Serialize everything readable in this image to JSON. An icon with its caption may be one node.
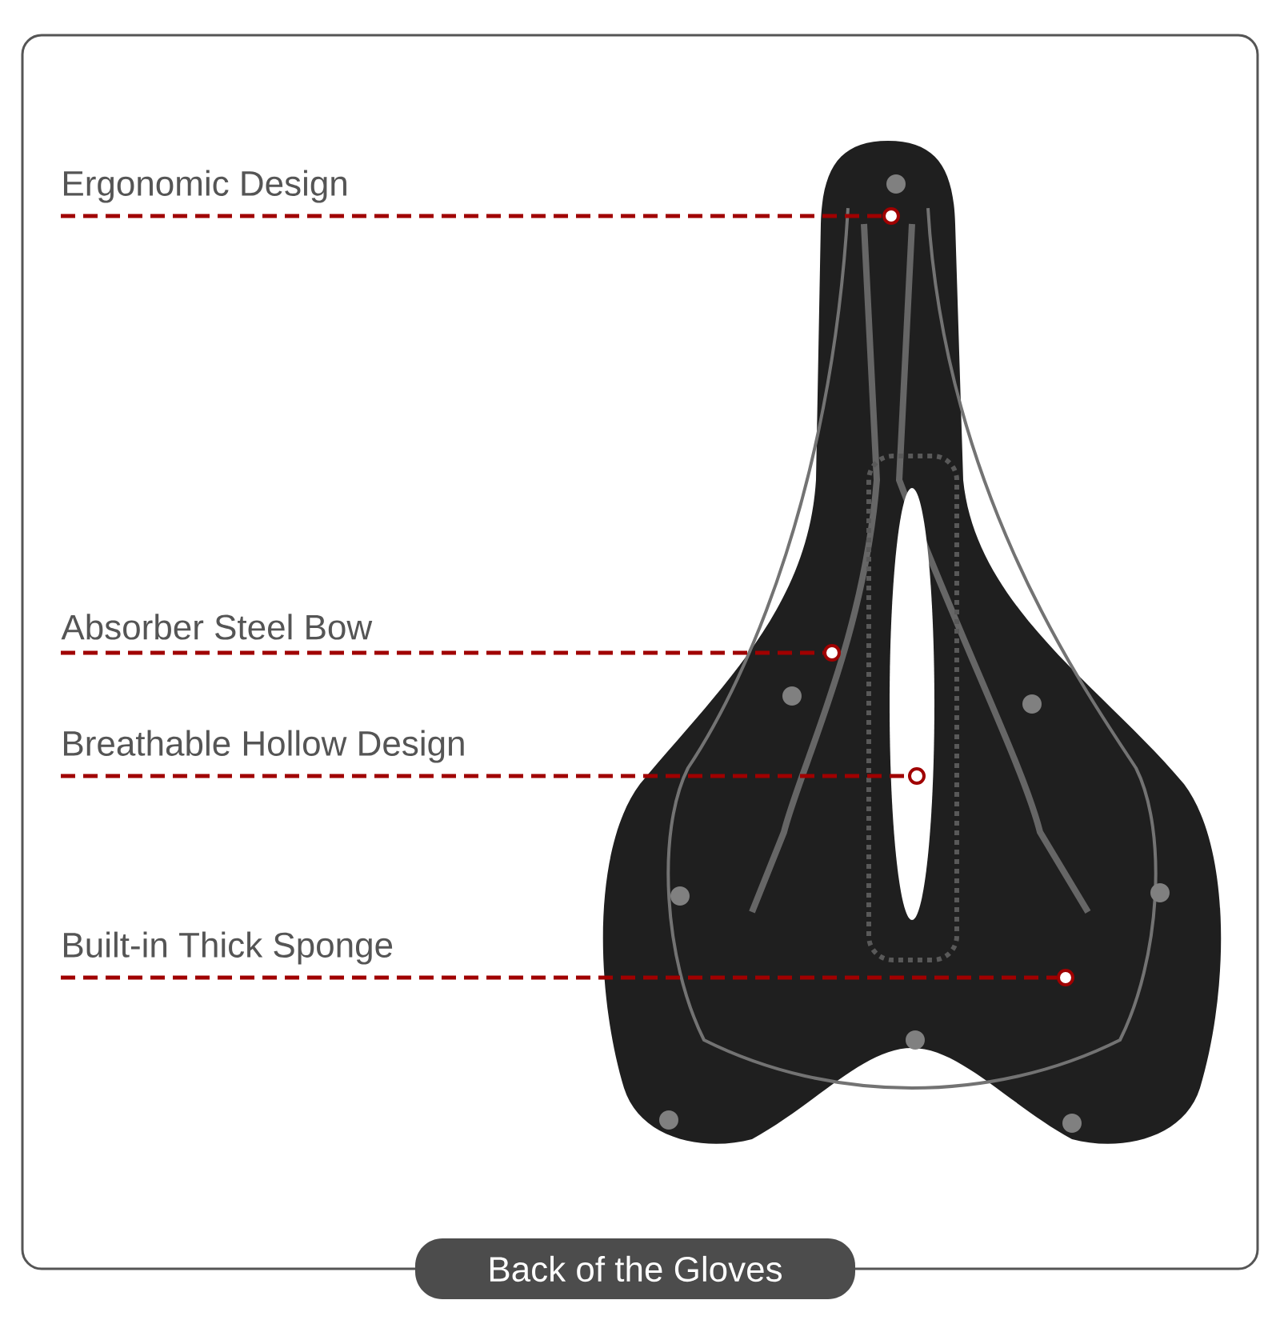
{
  "diagram": {
    "caption": "Back of the Gloves",
    "nodes": [
      {
        "text": [
          "Ergonomic Design"
        ]
      },
      {
        "text": [
          "Absorber Steel Bow"
        ]
      },
      {
        "text": [
          "Breathable Hollow Design"
        ]
      },
      {
        "text": [
          "Built-in Thick Sponge"
        ]
      },
      {
        "text": [],
        "shape": "circle"
      },
      {
        "text": [],
        "shape": "circle"
      },
      {
        "text": [],
        "shape": "circle"
      },
      {
        "text": [],
        "shape": "circle"
      }
    ],
    "edges": [
      {
        "from": 0,
        "to": 4,
        "arrow": "none",
        "style": "dashed"
      },
      {
        "from": 1,
        "to": 5,
        "arrow": "none",
        "style": "dashed"
      },
      {
        "from": 2,
        "to": 6,
        "arrow": "none",
        "style": "dashed"
      },
      {
        "from": 3,
        "to": 7,
        "arrow": "none",
        "style": "dashed"
      }
    ]
  }
}
